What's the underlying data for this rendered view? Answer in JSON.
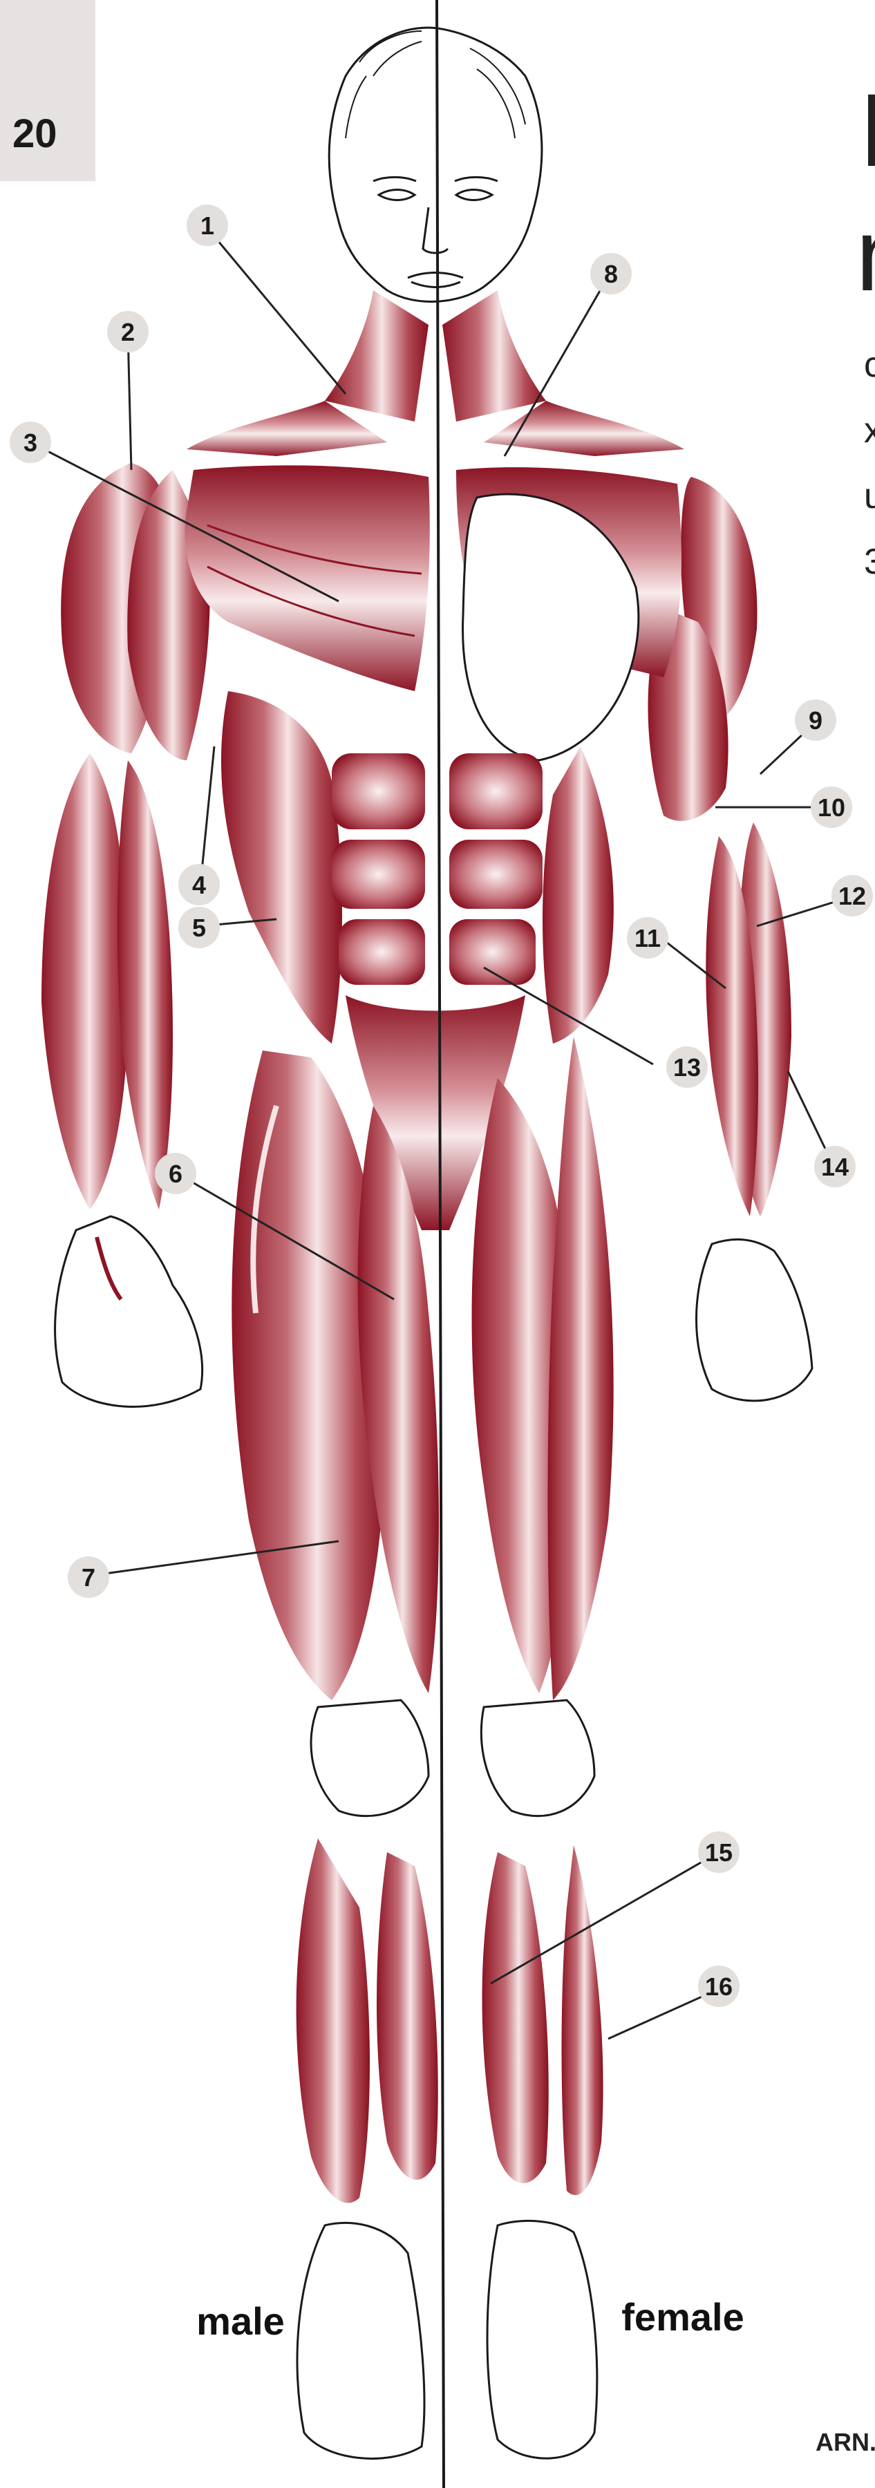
{
  "page": {
    "number": "20"
  },
  "figure": {
    "side_labels": {
      "left": "male",
      "right": "female"
    },
    "callouts": [
      "1",
      "2",
      "3",
      "4",
      "5",
      "6",
      "7",
      "8",
      "9",
      "10",
      "11",
      "12",
      "13",
      "14",
      "15",
      "16"
    ],
    "footer_text": "ARN.",
    "cropped_heading_glyphs": [
      "I",
      "n"
    ],
    "cropped_text_glyphs": [
      "c",
      "x",
      "u",
      "3"
    ]
  },
  "colors": {
    "muscle": "#9a1b2b",
    "muscle_light": "#f2d8da",
    "outline": "#1a1a1a",
    "label_bg": "#e3dfdd"
  }
}
